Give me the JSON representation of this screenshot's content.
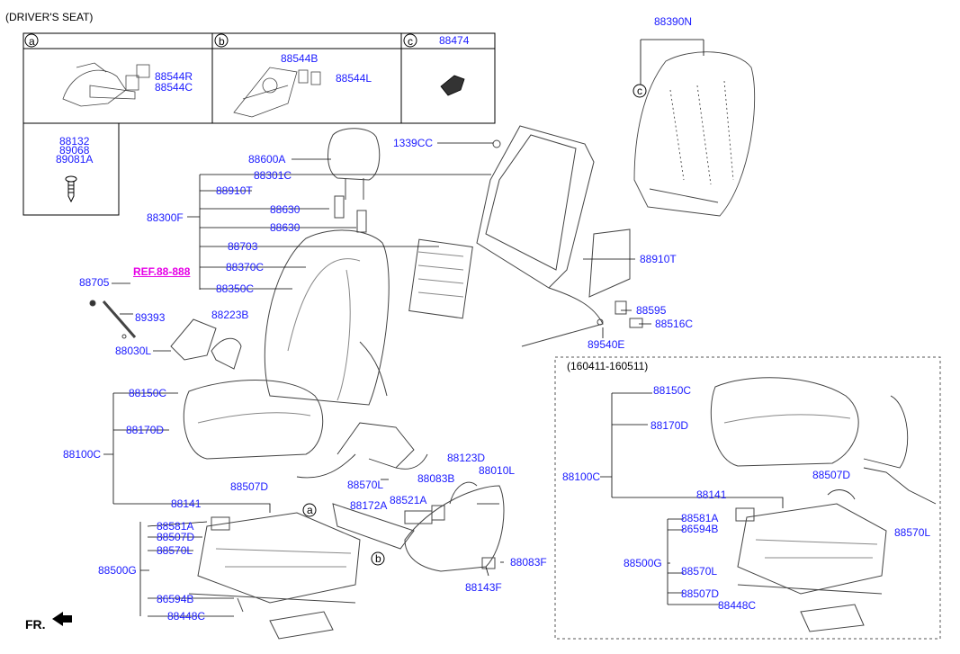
{
  "title": "(DRIVER'S SEAT)",
  "direction": "FR.",
  "period": "(160411-160511)",
  "panels": {
    "a": {
      "marker": "a",
      "parts": [
        "88544R",
        "88544C"
      ]
    },
    "b": {
      "marker": "b",
      "parts": [
        "88544B",
        "88544L"
      ]
    },
    "c": {
      "marker": "c",
      "part": "88474"
    },
    "fastener": {
      "parts": [
        "88132",
        "89068",
        "89081A"
      ]
    }
  },
  "callout_markers": [
    "a",
    "b",
    "c"
  ],
  "reference": "REF.88-888",
  "main_labels": [
    "88390N",
    "1339CC",
    "88600A",
    "88301C",
    "88910T",
    "88300F",
    "88630",
    "88630",
    "88703",
    "88370C",
    "88350C",
    "88910T",
    "88595",
    "88516C",
    "89540E",
    "88705",
    "89393",
    "88030L",
    "88223B",
    "88150C",
    "88170D",
    "88100C",
    "88507D",
    "88570L",
    "88123D",
    "88083B",
    "88010L",
    "88172A",
    "88521A",
    "88141",
    "88581A",
    "88507D",
    "88570L",
    "88500G",
    "86594B",
    "88448C",
    "88083F",
    "88143F"
  ],
  "inset_labels": [
    "88150C",
    "88170D",
    "88100C",
    "88507D",
    "88570L",
    "88141",
    "88581A",
    "86594B",
    "88500G",
    "88570L",
    "88507D",
    "88448C"
  ],
  "colors": {
    "label": "#1a1aff",
    "reference": "#e600e6",
    "line": "#000000"
  }
}
